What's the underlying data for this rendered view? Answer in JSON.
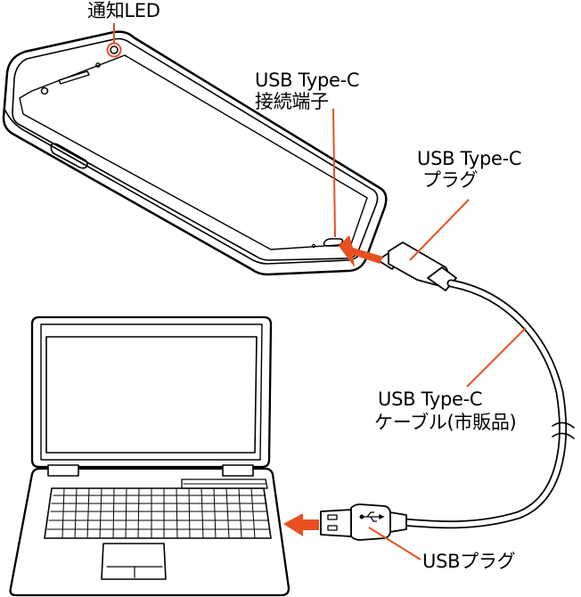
{
  "labels": {
    "led": "通知LED",
    "port_line1": "USB Type-C",
    "port_line2": "接続端子",
    "plug_line1": "USB Type-C",
    "plug_line2": "プラグ",
    "cable_line1": "USB Type-C",
    "cable_line2": "ケーブル(市販品)",
    "usb_plug": "USBプラグ"
  },
  "colors": {
    "accent": "#e8511f",
    "stroke": "#000000",
    "background": "#ffffff"
  },
  "icons": [
    "usb-trident-icon",
    "insert-arrow-icon"
  ]
}
